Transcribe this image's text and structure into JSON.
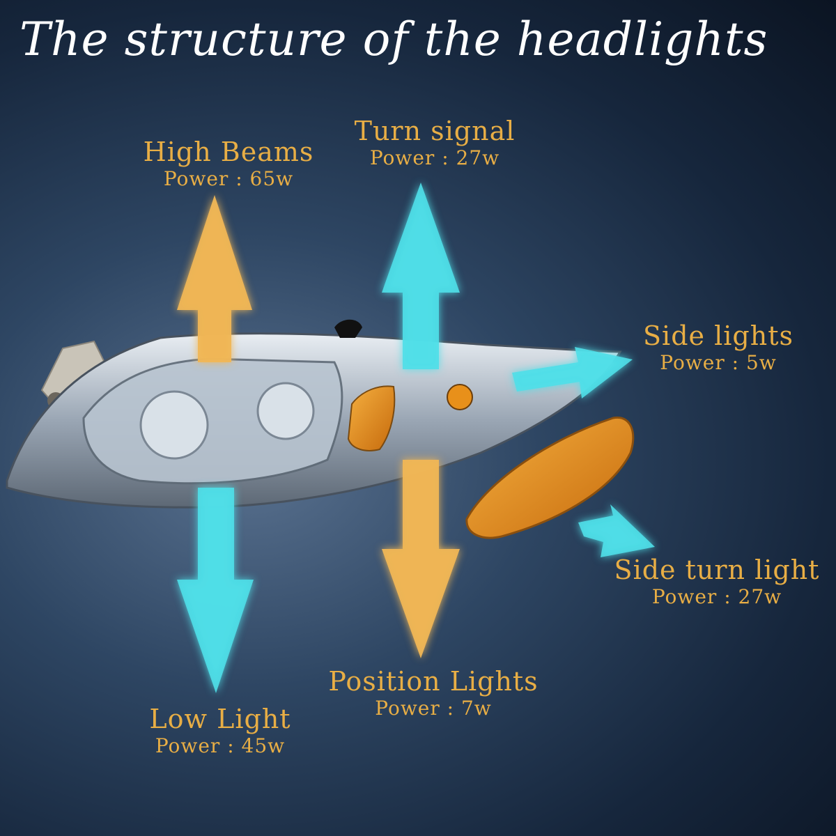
{
  "title": "The structure of the headlights",
  "colors": {
    "orange": "#e8ae45",
    "cyan": "#4fdfe8",
    "amber_lens": "#e8901a"
  },
  "labels": {
    "high_beams": {
      "name": "High Beams",
      "power": "Power : 65w"
    },
    "turn_signal": {
      "name": "Turn signal",
      "power": "Power : 27w"
    },
    "side_lights": {
      "name": "Side lights",
      "power": "Power : 5w"
    },
    "side_turn_light": {
      "name": "Side turn light",
      "power": "Power : 27w"
    },
    "position_lights": {
      "name": "Position Lights",
      "power": "Power : 7w"
    },
    "low_light": {
      "name": "Low Light",
      "power": "Power : 45w"
    }
  }
}
